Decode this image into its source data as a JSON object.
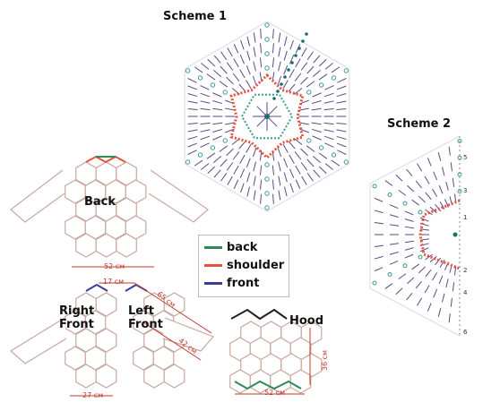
{
  "labels": {
    "scheme1": "Scheme 1",
    "scheme2": "Scheme 2",
    "back": "Back",
    "right_front": "Right\nFront",
    "left_front": "Left\nFront",
    "hood": "Hood"
  },
  "legend": [
    {
      "label": "back",
      "color": "#2e8b57"
    },
    {
      "label": "shoulder",
      "color": "#e5533d"
    },
    {
      "label": "front",
      "color": "#3b3b9a"
    }
  ],
  "dimensions": {
    "back_width": "52 см",
    "front_top": "17 см",
    "sleeve_long": "65 см",
    "sleeve_short": "42 см",
    "front_width": "27 см",
    "hood_width": "52 см",
    "hood_height": "36 см"
  },
  "scheme2_rows": [
    "5",
    "3",
    "1",
    "2",
    "4",
    "6"
  ],
  "colors": {
    "stitch": "#5a4a8a",
    "chain_dot": "#3d9b8f",
    "center": "#1a6b6b",
    "outline": "#c9a8a0",
    "dim_line": "#c0392b",
    "inner_ring": "#e5533d"
  }
}
